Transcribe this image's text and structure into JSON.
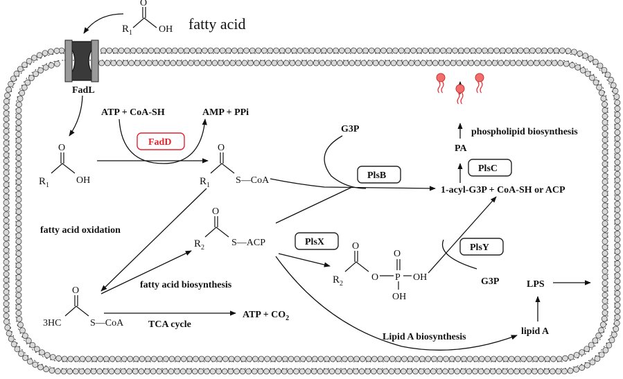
{
  "labels": {
    "fatty_acid": "fatty acid",
    "fadL": "FadL",
    "atp_coa": "ATP + CoA-SH",
    "amp_ppi": "AMP + PPi",
    "fadD": "FadD",
    "g3p_top": "G3P",
    "plsB": "PlsB",
    "pa": "PA",
    "plsC": "PlsC",
    "phospholipid": "phospholipid biosynthesis",
    "acyl_g3p": "1-acyl-G3P + CoA-SH or ACP",
    "fa_oxidation": "fatty acid oxidation",
    "s_acp": "S—ACP",
    "s_coa_mid": "S—CoA",
    "plsX": "PlsX",
    "plsY": "PlsY",
    "g3p_bottom": "G3P",
    "lps": "LPS",
    "fa_biosynthesis": "fatty acid biosynthesis",
    "tca": "TCA cycle",
    "atp_co2": "ATP + CO",
    "co2_sub": "2",
    "lipid_a_bio": "Lipid A biosynthesis",
    "lipid_a": "lipid A",
    "h3c": "3HC",
    "s_coa_bottom": "S—CoA"
  },
  "atoms": {
    "O": "O",
    "OH": "OH",
    "R": "R",
    "P": "P",
    "sub1": "1",
    "sub2": "2"
  },
  "colors": {
    "fadD": "#e8212b",
    "lipid_head": "#f26d6d",
    "membrane_bead": "#d9d9d9",
    "channel": "#3a3a3a"
  }
}
